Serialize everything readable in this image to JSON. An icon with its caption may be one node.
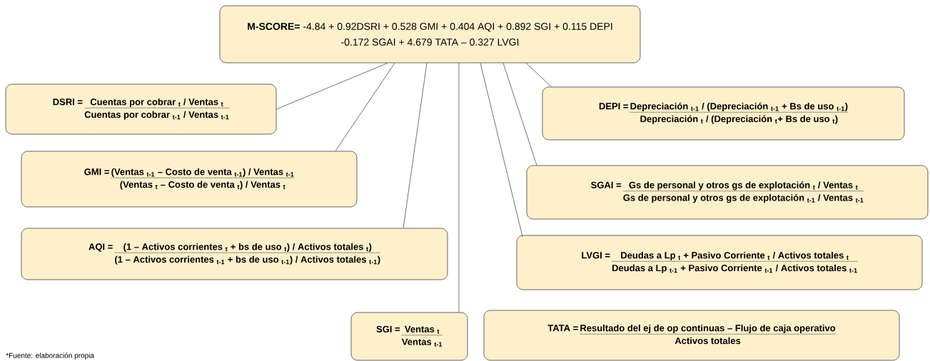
{
  "diagram": {
    "nodes": [
      {
        "text": [
          "**M-SCORE=** -4.84 + 0.92DSRI + 0.528 GMI + 0.404 AQI + 0.892 SGI + 0.115 DEPI -0.172 SGAI + 4.679 TATA – 0.327 LVGI"
        ]
      },
      {
        "text": [
          "DSRI =",
          "Cuentas por cobrar $_{t}$ / Ventas $_{t}$",
          "Cuentas por cobrar $_{t-1}$ / Ventas $_{t-1}$"
        ]
      },
      {
        "text": [
          "DEPI =",
          "Depreciación $_{t-1}$ / (Depreciación $_{t-1}$ + Bs de uso $_{t-1}$)",
          "Depreciación $_{t}$ / (Depreciación $_{t}$+ Bs de uso $_{t}$)"
        ]
      },
      {
        "text": [
          "GMI =",
          "(Ventas $_{t-1}$ – Costo de venta $_{t-1}$) / Ventas $_{t-1}$",
          "(Ventas $_{t}$ – Costo de venta $_{t}$) / Ventas $_{t}$"
        ]
      },
      {
        "text": [
          "SGAI =",
          "Gs de personal y otros gs de explotación $_{t}$ / Ventas $_{t}$",
          "Gs de personal y otros gs de explotación $_{t-1}$ / Ventas $_{t-1}$"
        ]
      },
      {
        "text": [
          "AQI =",
          "(1 – Activos corrientes $_{t}$ + bs de uso $_{t}$) / Activos totales $_{t}$)",
          "(1 – Activos corrientes $_{t-1}$ + bs de uso $_{t-1}$) / Activos totales $_{t-1}$)"
        ]
      },
      {
        "text": [
          "LVGI =",
          "Deudas a Lp $_{t}$ + Pasivo Corriente $_{t}$ / Activos totales $_{t}$",
          "Deudas a Lp $_{t-1}$ + Pasivo Corriente $_{t-1}$ / Activos totales $_{t-1}$"
        ]
      },
      {
        "text": [
          "SGI =",
          "Ventas $_{t}$",
          "Ventas $_{t-1}$"
        ]
      },
      {
        "text": [
          "TATA =",
          "Resultado del ej de op continuas – Flujo de caja operativo",
          "Activos totales"
        ]
      }
    ],
    "edges": [
      {
        "from": 0,
        "to": 1,
        "arrow": "none"
      },
      {
        "from": 0,
        "to": 3,
        "arrow": "none"
      },
      {
        "from": 0,
        "to": 5,
        "arrow": "none"
      },
      {
        "from": 0,
        "to": 7,
        "arrow": "none"
      },
      {
        "from": 0,
        "to": 6,
        "arrow": "none"
      },
      {
        "from": 0,
        "to": 4,
        "arrow": "none"
      },
      {
        "from": 0,
        "to": 2,
        "arrow": "none"
      }
    ],
    "labels": [
      "*Fuente: elaboración propia"
    ]
  }
}
